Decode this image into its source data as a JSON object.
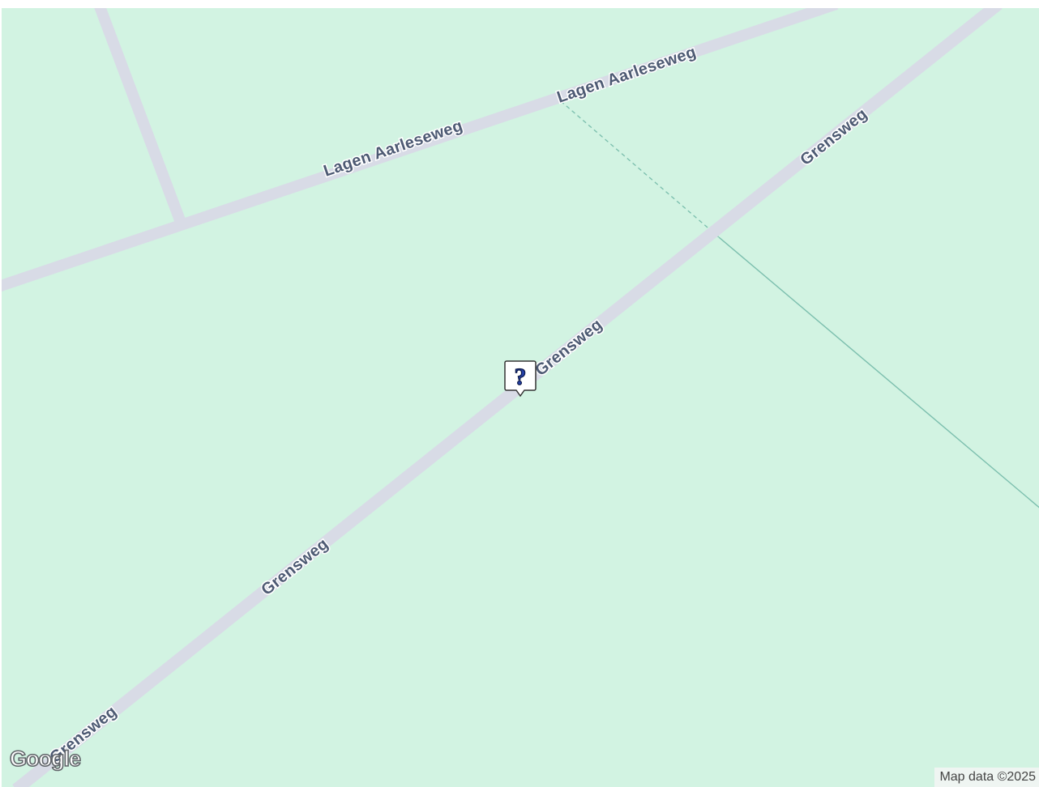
{
  "map": {
    "background_color": "#d2f3e2",
    "road_color": "#d8dbe6",
    "waterway_color": "#7cbfae",
    "road_label_color": "#4d5a73"
  },
  "roads": {
    "lagen_aarleseweg": "Lagen Aarleseweg",
    "grensweg": "Grensweg"
  },
  "marker": {
    "icon": "question-mark-icon",
    "symbol": "?"
  },
  "branding": {
    "logo": "Google"
  },
  "attribution": {
    "text": "Map data ©2025"
  }
}
